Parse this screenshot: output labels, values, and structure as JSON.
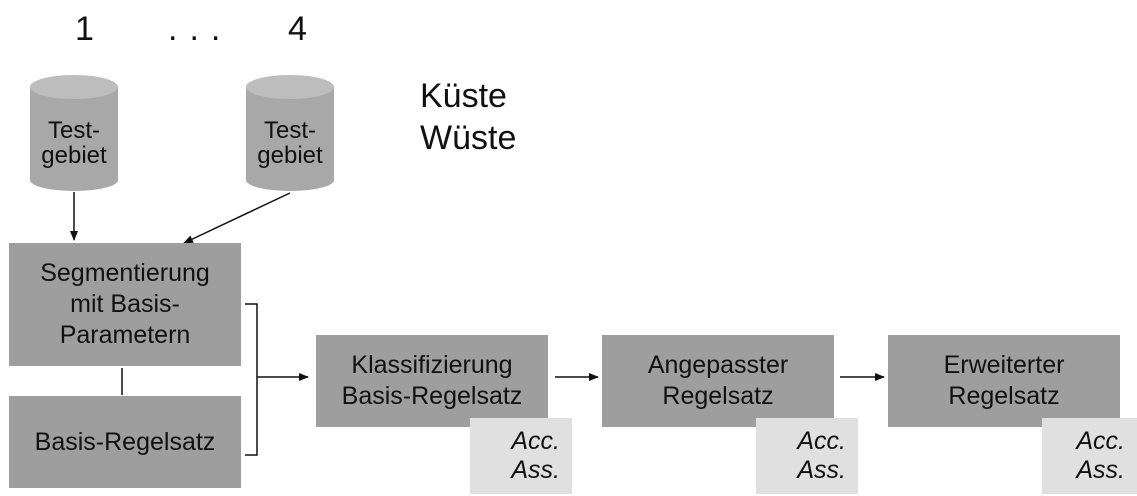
{
  "inputs": {
    "first_index": "1",
    "ellipsis": "...",
    "last_index": "4"
  },
  "databases": [
    {
      "line1": "Test-",
      "line2": "gebiet"
    },
    {
      "line1": "Test-",
      "line2": "gebiet"
    }
  ],
  "regions": [
    "Küste",
    "Wüste"
  ],
  "segmentation": {
    "lines": [
      "Segmentierung",
      "mit Basis-",
      "Parametern"
    ]
  },
  "base_ruleset": {
    "label": "Basis-Regelsatz"
  },
  "steps": [
    {
      "lines": [
        "Klassifizierung",
        "Basis-Regelsatz"
      ]
    },
    {
      "lines": [
        "Angepasster",
        "Regelsatz"
      ]
    },
    {
      "lines": [
        "Erweiterter",
        "Regelsatz"
      ]
    }
  ],
  "accuracy": {
    "line1": "Acc.",
    "line2": "Ass."
  },
  "colors": {
    "box_fill": "#9e9e9e",
    "acc_fill": "#e0e0e0",
    "cylinder_fill": "#a8a8a8",
    "line": "#111111"
  }
}
